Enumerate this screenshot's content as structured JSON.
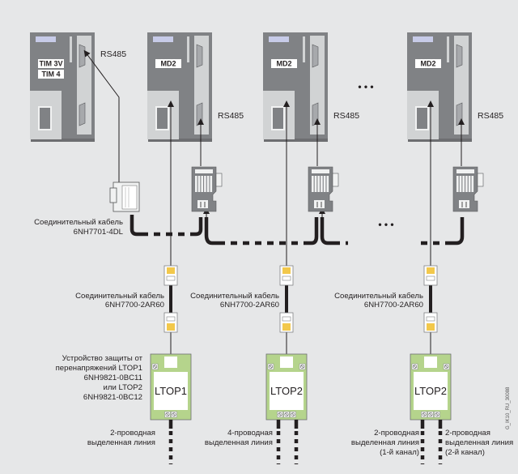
{
  "diagram": {
    "modules": [
      {
        "id": "tim",
        "labels": [
          "TIM 3V",
          "TIM 4"
        ],
        "port_label": "RS485"
      },
      {
        "id": "md2-1",
        "labels": [
          "MD2"
        ],
        "port_label": "RS485"
      },
      {
        "id": "md2-2",
        "labels": [
          "MD2"
        ],
        "port_label": "RS485"
      },
      {
        "id": "md2-n",
        "labels": [
          "MD2"
        ],
        "port_label": "RS485"
      }
    ],
    "ellipsis": "• • •",
    "bus_cable_label": [
      "Соединительный кабель",
      "6NH7701-4DL"
    ],
    "patch_cable_label": [
      "Соединительный кабель",
      "6NH7700-2AR60"
    ],
    "protection_device_label": [
      "Устройство защиты от",
      "перенапряжений LTOP1",
      "6NH9821-0BC11",
      "или LTOP2",
      "6NH9821-0BC12"
    ],
    "ltop_devices": [
      {
        "name": "LTOP1",
        "line_label": [
          "2-проводная",
          "выделенная линия"
        ]
      },
      {
        "name": "LTOP2",
        "line_label": [
          "4-проводная",
          "выделенная линия"
        ]
      },
      {
        "name": "LTOP2",
        "line_label_left": [
          "2-проводная",
          "выделенная линия",
          "(1-й канал)"
        ],
        "line_label_right": [
          "2-проводная",
          "выделенная линия",
          "(2-й канал)"
        ]
      }
    ],
    "figure_code": "G_IK10_RU_30088"
  },
  "colors": {
    "background": "#e6e7e8",
    "module_dark": "#808285",
    "module_light": "#d1d3d4",
    "display": "#c7cbe8",
    "ltop_green": "#b5d48c",
    "rj45_yellow": "#f2c84b",
    "cable": "#231f20"
  }
}
